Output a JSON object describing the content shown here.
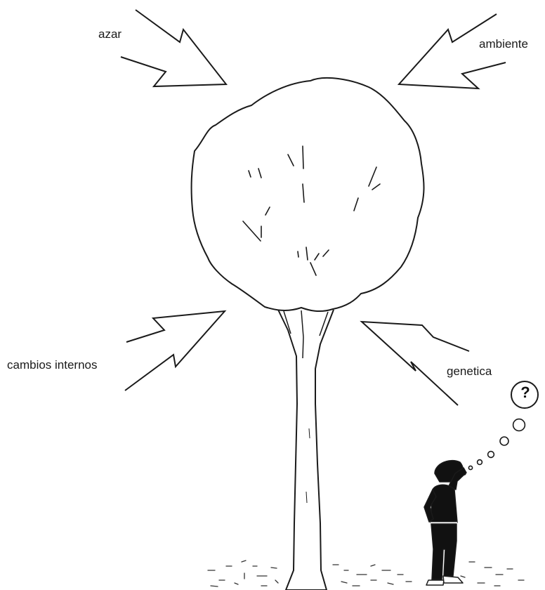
{
  "labels": {
    "azar": "azar",
    "ambiente": "ambiente",
    "cambios_internos": "cambios internos",
    "genetica": "genetica"
  },
  "thought_bubble": {
    "symbol": "?"
  },
  "colors": {
    "ink": "#1a1a1a",
    "background": "#ffffff"
  }
}
